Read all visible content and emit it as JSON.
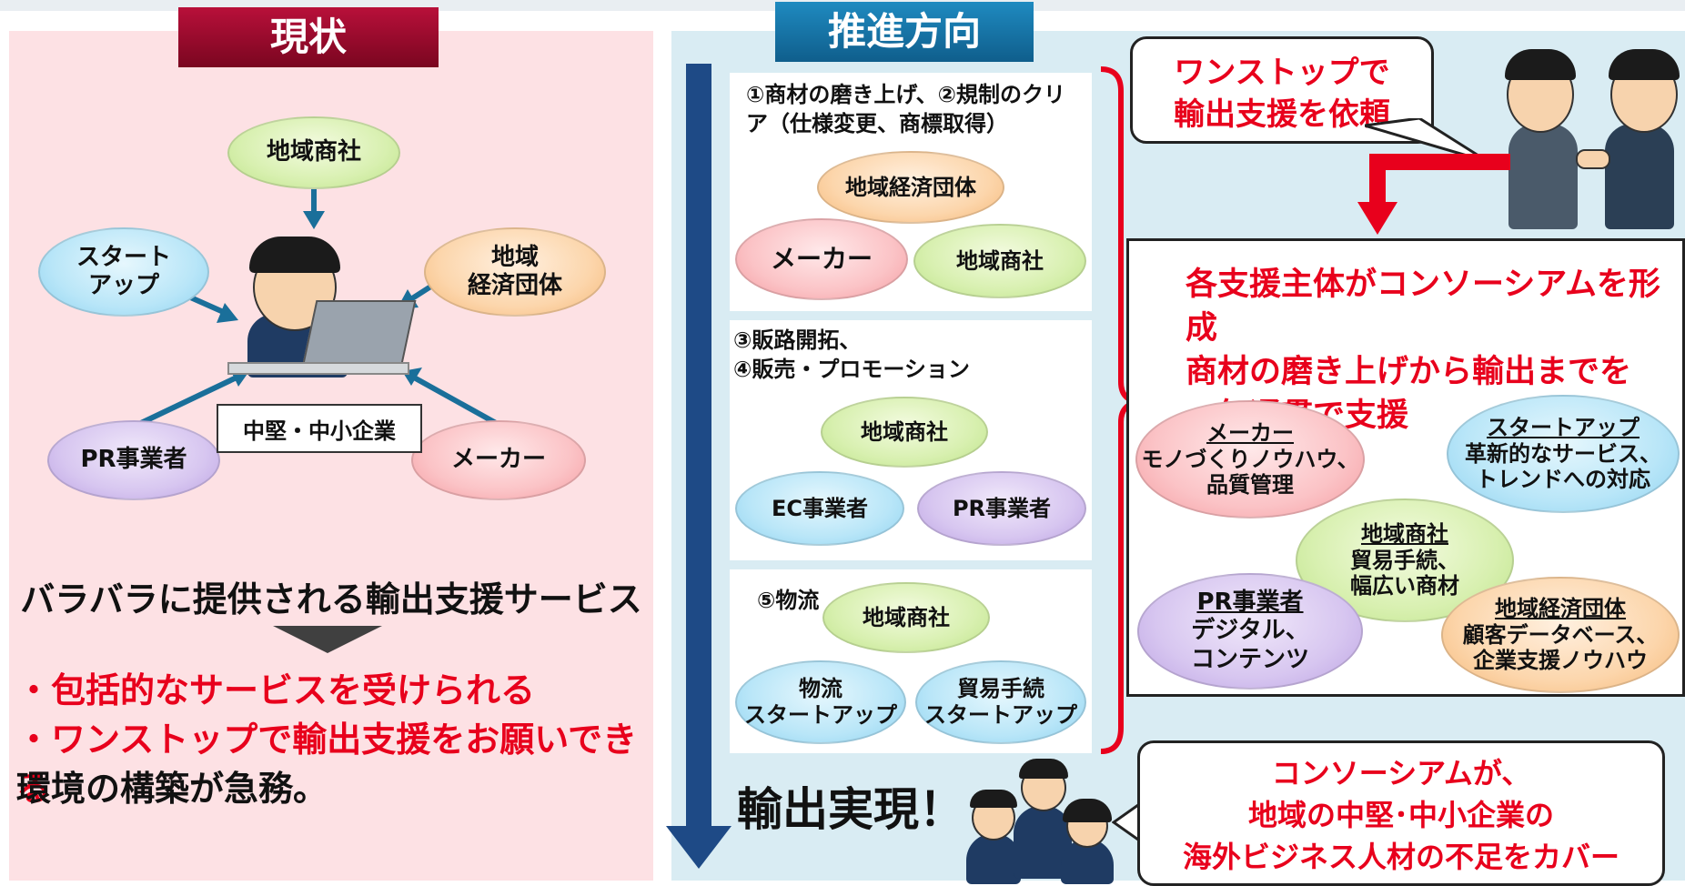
{
  "left": {
    "header": "現状",
    "nodes": {
      "regional_trading_company": "地域商社",
      "startup": "スタート\nアップ",
      "regional_economic_org": "地域\n経済団体",
      "pr_company": "PR事業者",
      "maker": "メーカー"
    },
    "center_label": "中堅・中小企業",
    "statement": "バラバラに提供される輸出支援サービス",
    "bullets": [
      "・包括的なサービスを受けられる",
      "・ワンストップで輸出支援をお願いできる"
    ],
    "conclusion": "環境の構築が急務。"
  },
  "right": {
    "header": "推進方向",
    "stages": [
      {
        "title": "①商材の磨き上げ、②規制のクリア（仕様変更、商標取得）",
        "ovals": [
          "地域経済団体",
          "メーカー",
          "地域商社"
        ]
      },
      {
        "title": "③販路開拓、\n④販売・プロモーション",
        "ovals": [
          "地域商社",
          "EC事業者",
          "PR事業者"
        ]
      },
      {
        "title": "⑤物流",
        "ovals": [
          "地域商社",
          "物流\nスタートアップ",
          "貿易手続\nスタートアップ"
        ]
      }
    ],
    "result": "輸出実現！",
    "request_callout": "ワンストップで\n輸出支援を依頼",
    "consortium_heading": "各支援主体がコンソーシアムを形成\n商材の磨き上げから輸出までを\n一気通貫で支援",
    "members": [
      {
        "name": "メーカー",
        "desc": "モノづくりノウハウ、\n品質管理"
      },
      {
        "name": "スタートアップ",
        "desc": "革新的なサービス、\nトレンドへの対応"
      },
      {
        "name": "地域商社",
        "desc": "貿易手続、\n幅広い商材"
      },
      {
        "name": "PR事業者",
        "desc": "デジタル、\nコンテンツ"
      },
      {
        "name": "地域経済団体",
        "desc": "顧客データベース、\n企業支援ノウハウ"
      }
    ],
    "bottom_callout": "コンソーシアムが、\n地域の中堅･中小企業の\n海外ビジネス人材の不足をカバー"
  },
  "colors": {
    "red_text": "#e8001c",
    "arrow_blue": "#1e4a86",
    "arrow_teal": "#1a6f9a",
    "bracket_red": "#e8001c"
  }
}
